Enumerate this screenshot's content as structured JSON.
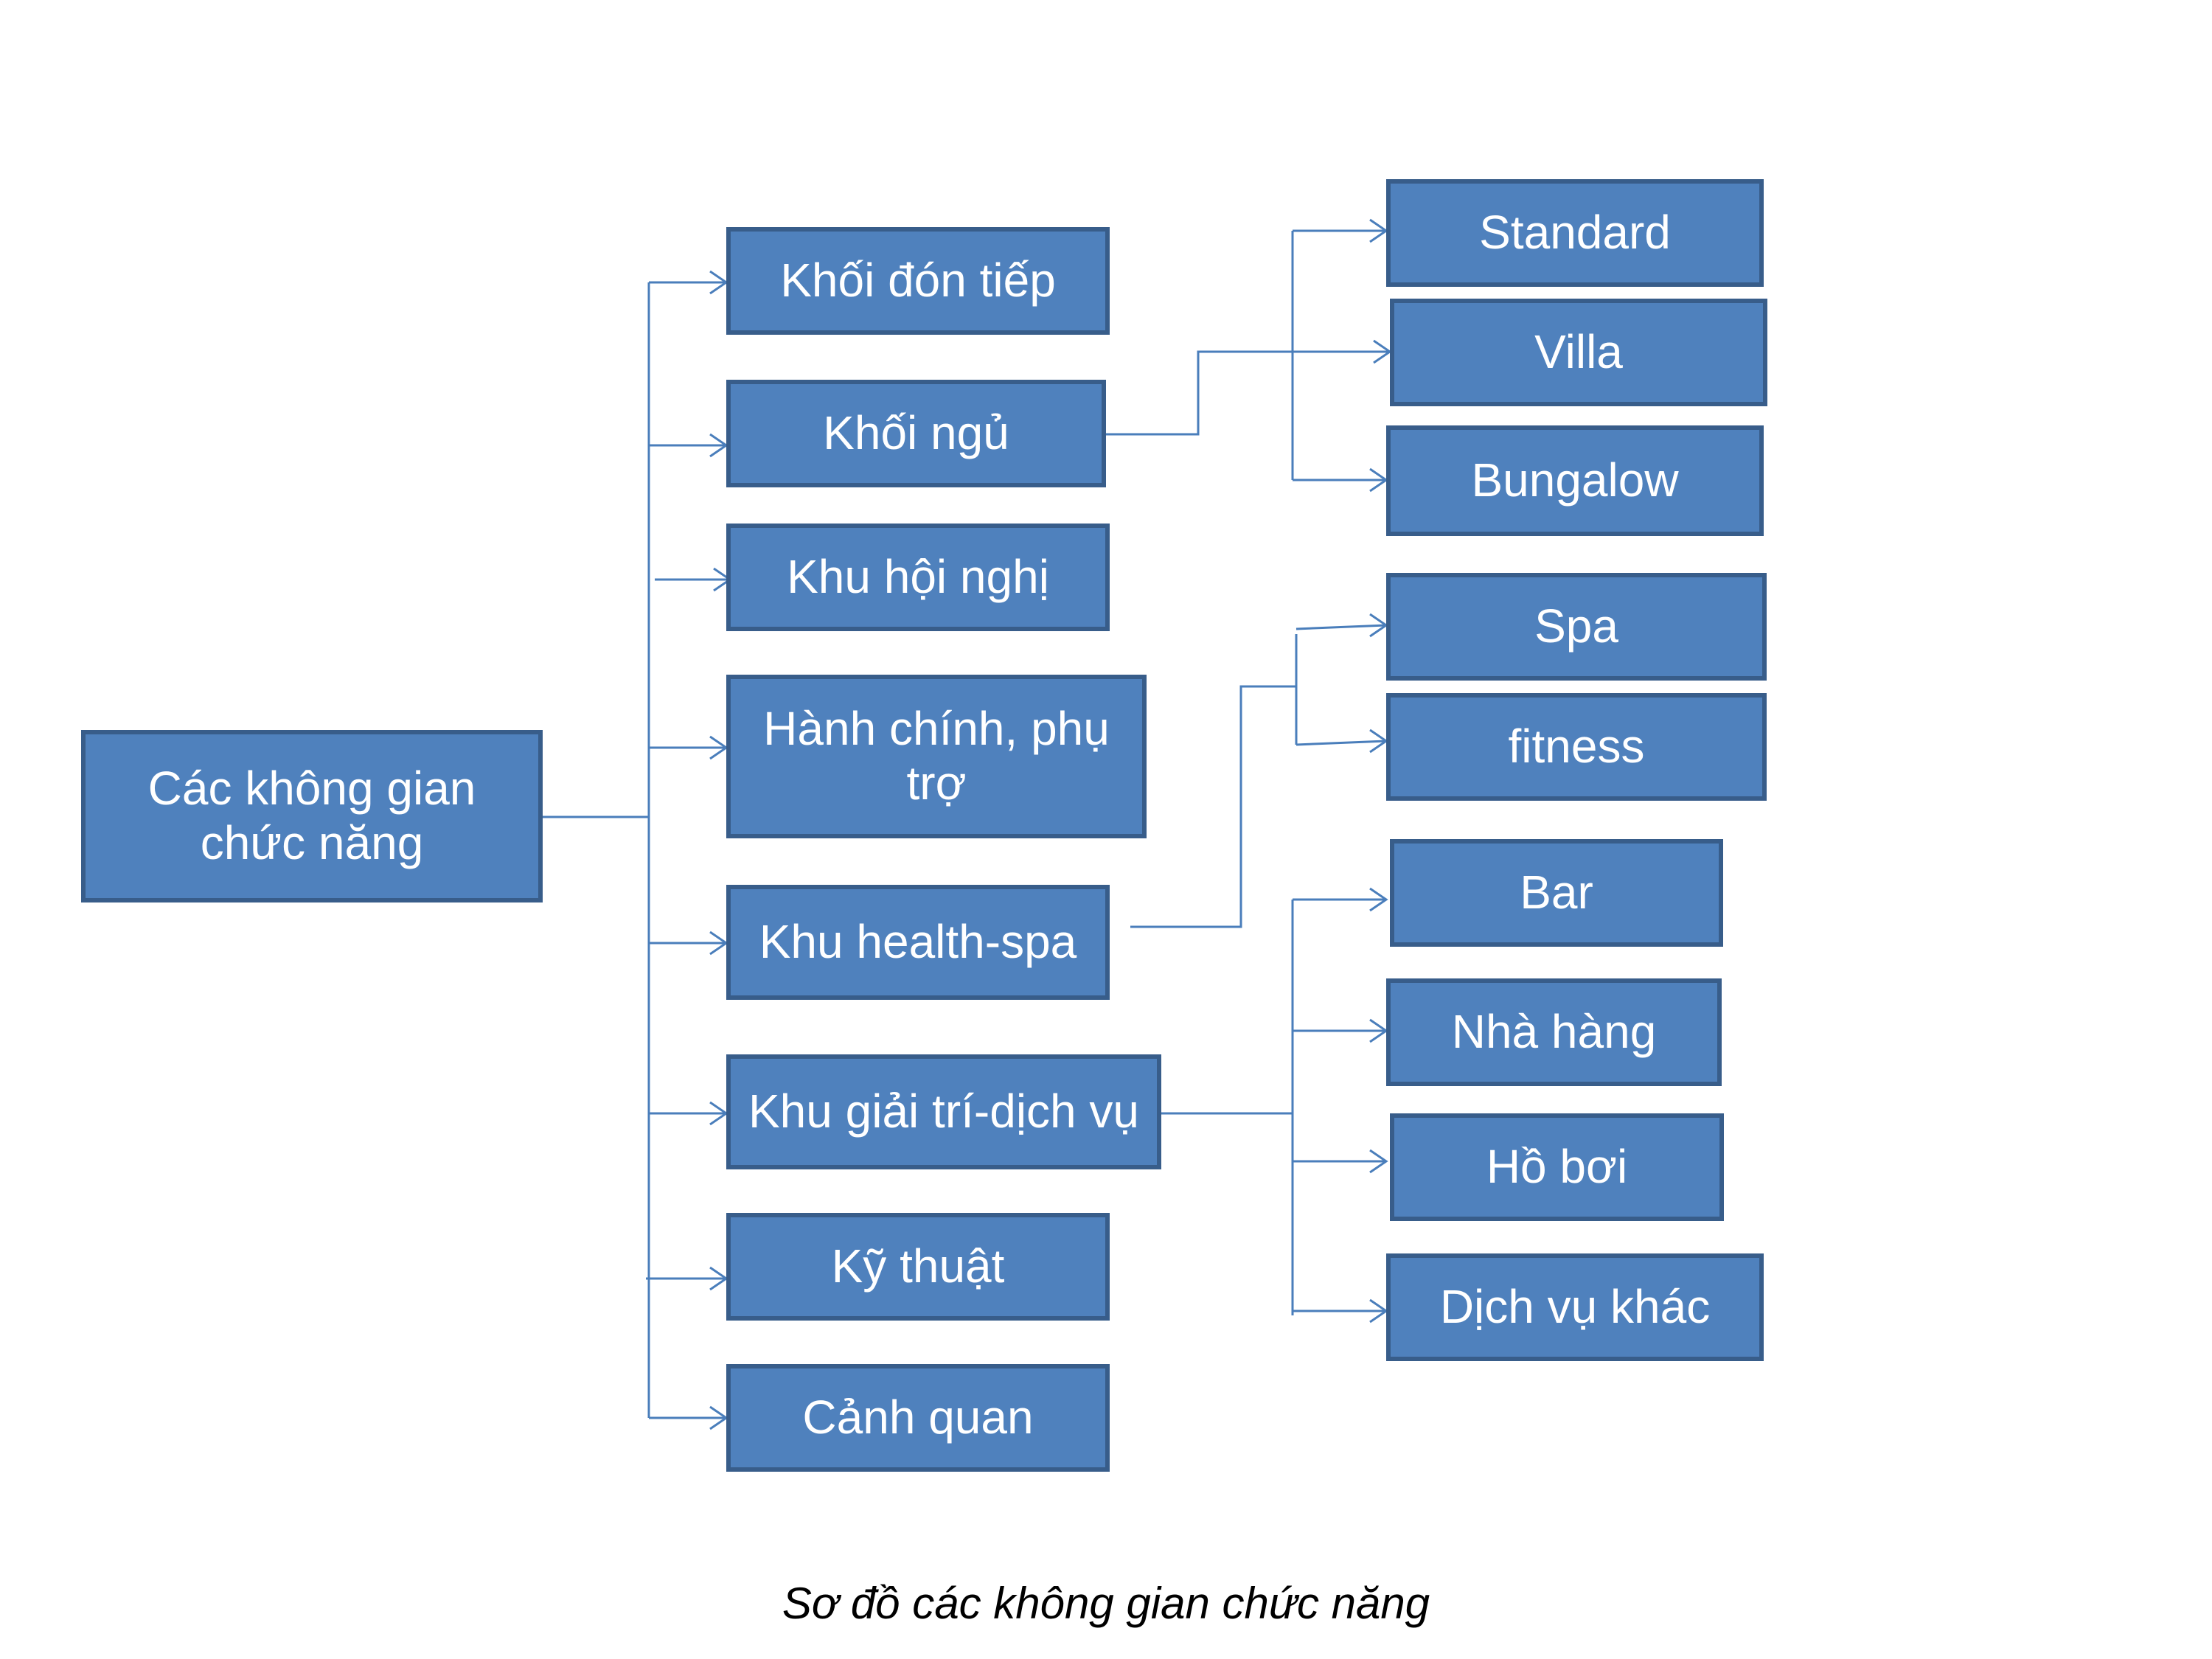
{
  "root": "Các không gian chức năng",
  "level1": {
    "don_tiep": "Khối đón tiếp",
    "ngu": "Khối ngủ",
    "hoi_nghi": "Khu hội nghị",
    "hanh_chinh": "Hành chính, phụ trợ",
    "health_spa": "Khu health-spa",
    "giai_tri": "Khu giải trí-dịch vụ",
    "ky_thuat": "Kỹ thuật",
    "canh_quan": "Cảnh quan"
  },
  "level2": {
    "standard": "Standard",
    "villa": "Villa",
    "bungalow": "Bungalow",
    "spa": "Spa",
    "fitness": "fitness",
    "bar": "Bar",
    "nha_hang": "Nhà hàng",
    "ho_boi": "Hồ bơi",
    "dich_vu_khac": "Dịch vụ khác"
  },
  "caption": "Sơ đồ các không gian chức năng",
  "colors": {
    "box_fill": "#4f81bd",
    "box_border": "#385d8a",
    "connector": "#4a7ebb",
    "box_text": "#ffffff"
  }
}
